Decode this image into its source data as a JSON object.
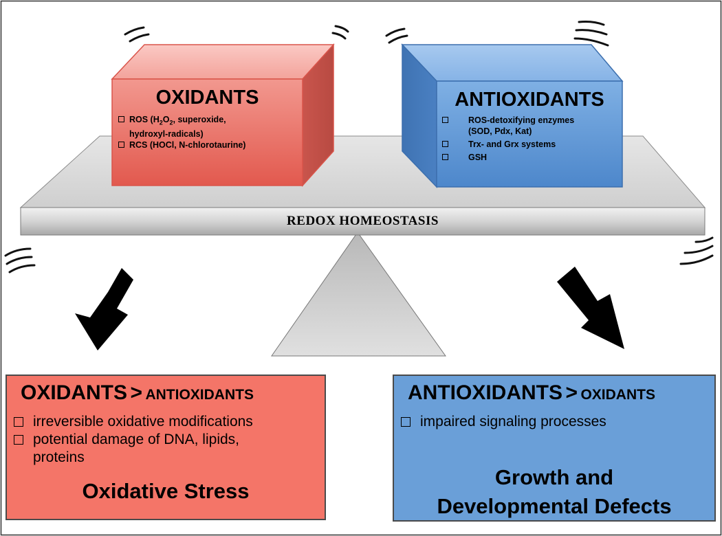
{
  "colors": {
    "oxidant_panel": "#f47568",
    "antioxidant_panel": "#6a9fd8",
    "oxidant_cube_front": "#e8665c",
    "antioxidant_cube_front": "#5b94d3",
    "beam": "#d9d9d9",
    "fulcrum": "#c8c8c8"
  },
  "icons": [
    "checkbox-icon",
    "arrow-down-left-icon",
    "arrow-down-right-icon",
    "motion-lines-icon"
  ],
  "oxidants_box": {
    "title": "OXIDANTS",
    "items": [
      {
        "pre": "ROS (H",
        "sub1": "2",
        "mid": "O",
        "sub2": "2",
        "post": ", superoxide,",
        "line2": "hydroxyl-radicals)"
      },
      {
        "text": "RCS (HOCl, N-chlorotaurine)"
      }
    ]
  },
  "antioxidants_box": {
    "title": "ANTIOXIDANTS",
    "items": [
      {
        "line1": "ROS-detoxifying enzymes",
        "line2": "(SOD, Pdx, Kat)"
      },
      {
        "line1": "Trx- and Grx systems"
      },
      {
        "line1": "GSH"
      }
    ]
  },
  "beam_label": "REDOX HOMEOSTASIS",
  "left_panel": {
    "head_big": "OXIDANTS",
    "head_gt": ">",
    "head_small": "ANTIOXIDANTS",
    "items": [
      {
        "line1": "irreversible oxidative modifications"
      },
      {
        "line1": "potential damage of DNA, lipids,",
        "line2": "proteins"
      }
    ],
    "outcome": "Oxidative Stress"
  },
  "right_panel": {
    "head_big": "ANTIOXIDANTS",
    "head_gt": ">",
    "head_small": "OXIDANTS",
    "items": [
      {
        "line1": "impaired signaling processes"
      }
    ],
    "outcome_line1": "Growth and",
    "outcome_line2": "Developmental Defects"
  }
}
